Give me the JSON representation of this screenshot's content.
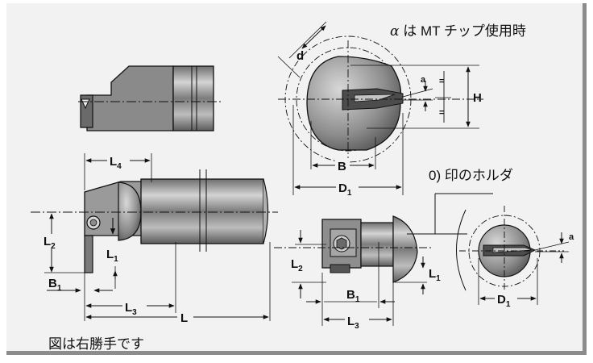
{
  "captions": {
    "mt_note": {
      "symbol": "α",
      "text": "は MT チップ使用時"
    },
    "holder_note": "0) 印のホルダ",
    "right_hand_note": "図は右勝手です"
  },
  "labels": {
    "L": "L",
    "L1": {
      "base": "L",
      "sub": "1"
    },
    "L2": {
      "base": "L",
      "sub": "2"
    },
    "L3": {
      "base": "L",
      "sub": "3"
    },
    "L4": {
      "base": "L",
      "sub": "4"
    },
    "B": "B",
    "B1": {
      "base": "B",
      "sub": "1"
    },
    "D1": {
      "base": "D",
      "sub": "1"
    },
    "d": "d",
    "H": "H",
    "a": "a"
  },
  "colors": {
    "background": "#f2f2f2",
    "shadow": "#8c8c8c",
    "line": "#111111",
    "metal_dark": "#5a5a5a",
    "metal_mid": "#8a8a8a",
    "metal_light": "#c9c9c9"
  }
}
